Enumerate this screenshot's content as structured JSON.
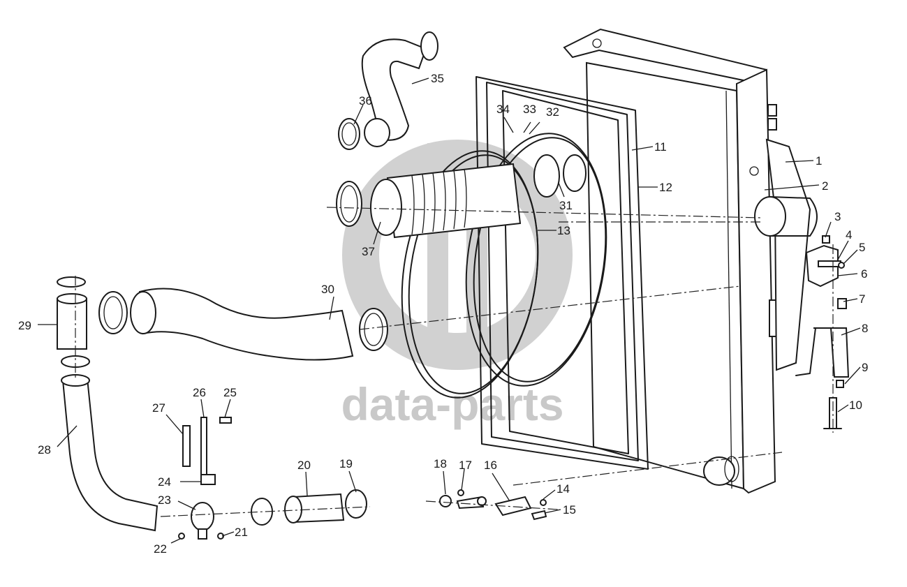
{
  "watermark": {
    "text": "data-parts",
    "color": "#c9c9c9"
  },
  "callouts": [
    "1",
    "2",
    "3",
    "4",
    "5",
    "6",
    "7",
    "8",
    "9",
    "10",
    "11",
    "12",
    "13",
    "14",
    "15",
    "16",
    "17",
    "18",
    "19",
    "20",
    "21",
    "22",
    "23",
    "24",
    "25",
    "26",
    "27",
    "28",
    "29",
    "30",
    "31",
    "32",
    "33",
    "34",
    "35",
    "36",
    "37"
  ]
}
